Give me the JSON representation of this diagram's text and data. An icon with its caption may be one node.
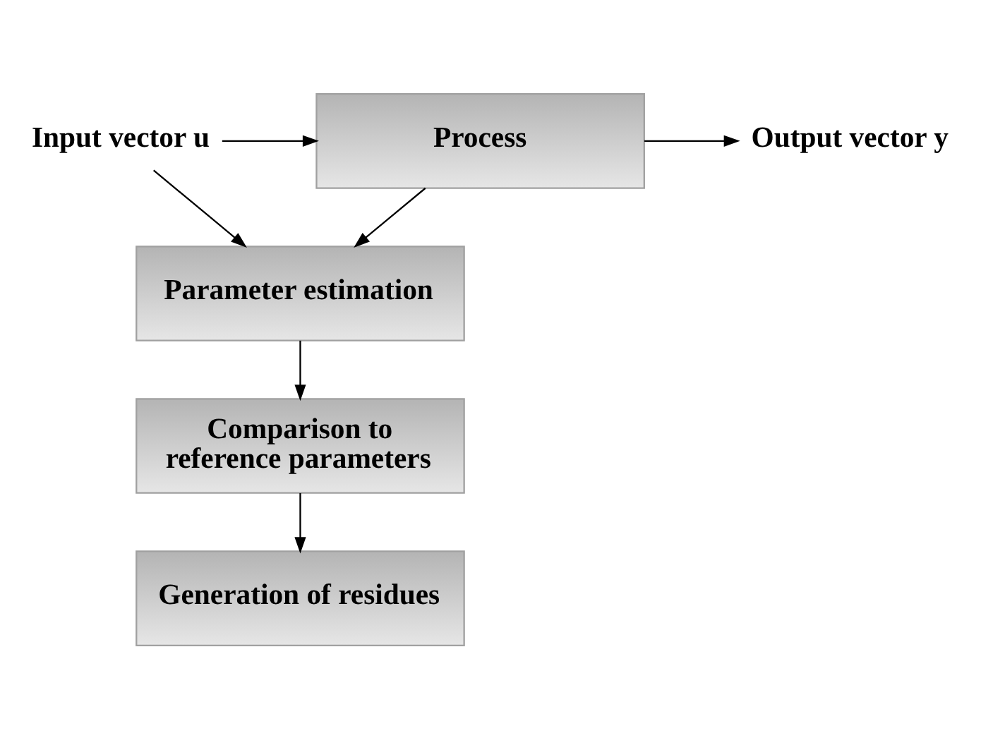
{
  "diagram": {
    "nodes": [
      {
        "text": [
          "Input vector u"
        ]
      },
      {
        "text": [
          "Process"
        ]
      },
      {
        "text": [
          "Output vector y"
        ]
      },
      {
        "text": [
          "Parameter estimation"
        ]
      },
      {
        "text": [
          "Comparison to reference parameters"
        ]
      },
      {
        "text": [
          "Generation of residues"
        ]
      }
    ],
    "edges": [
      {
        "from": 0,
        "to": 1,
        "arrow": "to"
      },
      {
        "from": 0,
        "to": 3,
        "arrow": "to"
      },
      {
        "from": 1,
        "to": 2,
        "arrow": "to"
      },
      {
        "from": 1,
        "to": 3,
        "arrow": "to"
      },
      {
        "from": 3,
        "to": 4,
        "arrow": "to"
      },
      {
        "from": 4,
        "to": 5,
        "arrow": "to"
      }
    ]
  }
}
